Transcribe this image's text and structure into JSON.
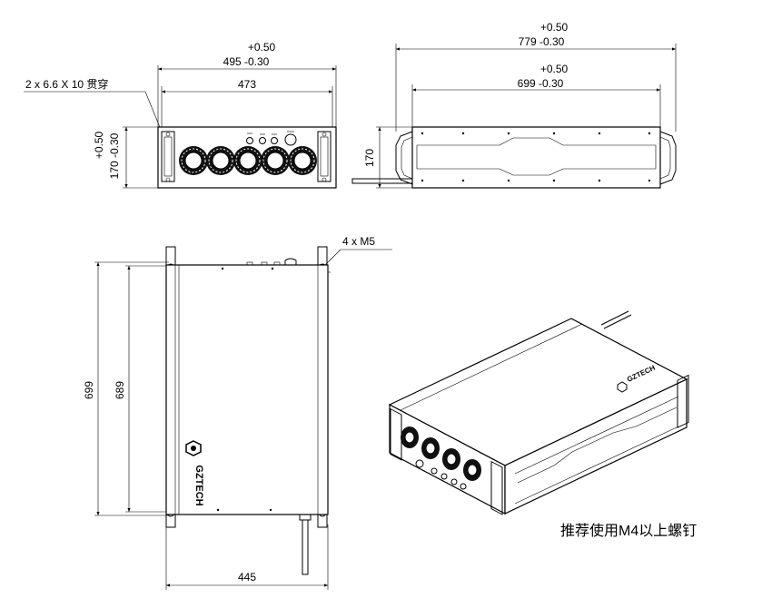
{
  "front_view": {
    "overall_width_tol_upper": "+0.50",
    "overall_width_label": "495 -0.30",
    "inner_width_label": "473",
    "hole_callout": "2 x 6.6 X 10 贯穿",
    "height_tol_upper": "+0.50",
    "height_label": "170 -0.30"
  },
  "side_view": {
    "overall_length_tol_upper": "+0.50",
    "overall_length_label": "779 -0.30",
    "inner_length_tol_upper": "+0.50",
    "inner_length_label": "699 -0.30",
    "height_label": "170"
  },
  "top_view": {
    "thread_callout": "4 x  M5",
    "length_outer_label": "699",
    "length_inner_label": "689",
    "width_label": "445"
  },
  "brand_name": "GZTECH",
  "screw_note": "推荐使用M4以上螺钉"
}
